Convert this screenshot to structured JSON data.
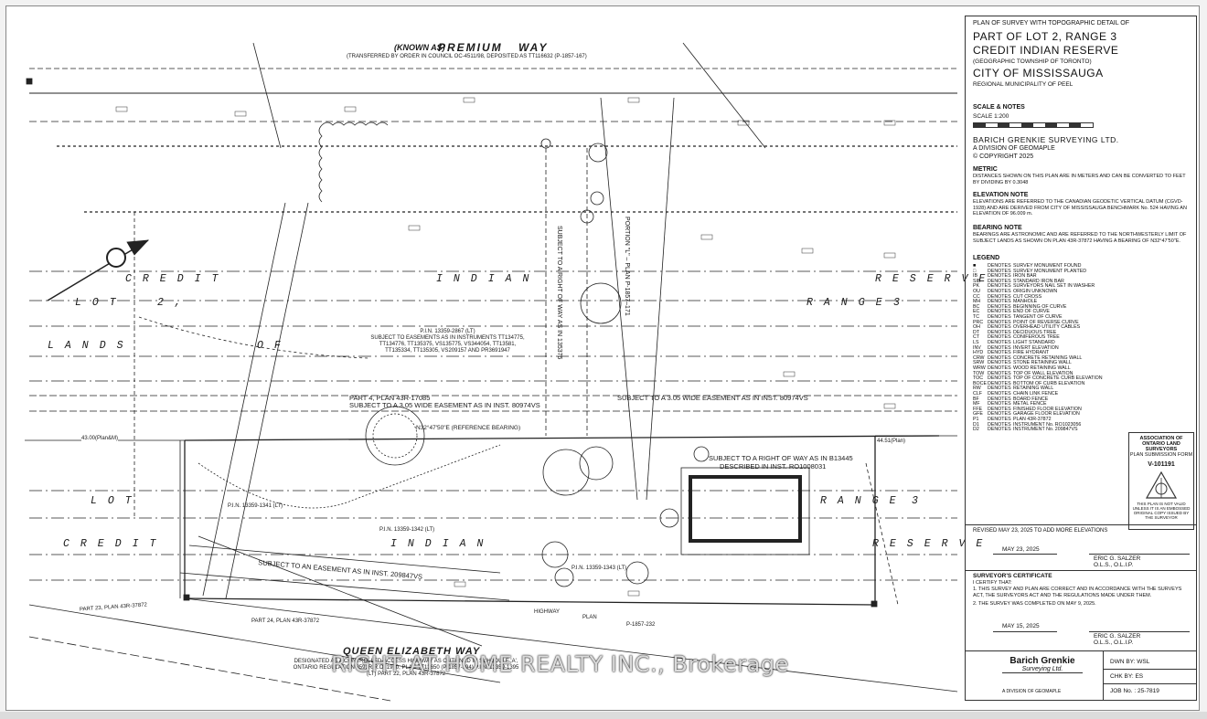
{
  "road_top": {
    "known_as": "(KNOWN AS)",
    "name": "PREMIUM",
    "suffix": "WAY",
    "note": "(TRANSFERRED BY ORDER IN COUNCIL OC-4511/98, DEPOSITED AS TT116632 (P-1857-167)"
  },
  "labels": {
    "credit_1": "CREDIT",
    "indian_1": "INDIAN",
    "reserve_1": "RESERVE",
    "lot_1": "LOT",
    "lot2": "2,",
    "range_1": "RANGE",
    "range3_1": "3",
    "lands": "LANDS",
    "of": "OF",
    "lot_2": "LOT",
    "range_2": "RANGE",
    "range3_2": "3",
    "credit_2": "CREDIT",
    "indian_2": "INDIAN",
    "reserve_2": "RESERVE"
  },
  "pin_main": {
    "title": "P.I.N. 13359-2867 (LT)",
    "body": "SUBJECT TO EASEMENTS AS IN INSTRUMENTS TT134775, TT134776, TT135375, VS135775, VS344054, TT13581, TT135334, TT135305, VS209157 AND PR3691947"
  },
  "easement_1": "SUBJECT TO A 3.05 WIDE EASEMENT AS IN INST. 80974VS",
  "easement_2": "SUBJECT TO A 3.05 WIDE EASEMENT AS IN INST. 80974VS",
  "part4": "PART 4, PLAN 43R-17085",
  "reference_bearing": "N32°47'50\"E (REFERENCE BEARING)",
  "right_of_way": {
    "line1": "SUBJECT TO A RIGHT OF WAY AS IN B13445",
    "line2": "DESCRIBED IN INST. RO1008031"
  },
  "vertical_1": "SUBJECT TO A RIGHT OF WAY AS IN 135375",
  "vertical_2": "PORTION \"L\" – PLAN P-1857–171",
  "pin_1341": "P.I.N. 13359-1341 (LT)",
  "pin_1342": "P.I.N. 13359-1342 (LT)",
  "pin_1343": "P.I.N. 13359-1343 (LT)",
  "easement_3": "SUBJECT TO AN EASEMENT AS IN INST. 209847VS",
  "part23": "PART 23, PLAN 43R-37872",
  "part24": "PART 24, PLAN 43R-37872",
  "plan_1857": "P-1857-232",
  "plan_word": "PLAN",
  "highway": "HIGHWAY",
  "dim_left": "43.00(Plan&M)",
  "dim_right": "44.51(Plan)",
  "qew": {
    "name": "QUEEN ELIZABETH WAY",
    "note": "DESIGNATED AS A CONTROLLED-ACCESS HIGHWAY AS OUTLINED IN SCHEDULE 'A', ONTARIO REGULATION 359, R.R.O. 1970, PLAN TT13650 (P-1857-194) P.I.N. 13359-1395 (LT) PART 22, PLAN 43R-37872"
  },
  "watermark": "RIGHT AT HOME REALTY INC., Brokerage",
  "panel": {
    "title_small": "PLAN OF SURVEY WITH TOPOGRAPHIC DETAIL OF",
    "part_of_lot": "PART OF LOT 2, RANGE 3",
    "credit_reserve": "CREDIT INDIAN RESERVE",
    "geo_township": "(GEOGRAPHIC TOWNSHIP OF TORONTO)",
    "city": "CITY OF MISSISSAUGA",
    "region": "REGIONAL MUNICIPALITY OF PEEL",
    "scale_head": "SCALE & NOTES",
    "scale": "SCALE 1:200",
    "company": "BARICH GRENKIE SURVEYING LTD.",
    "division": "A DIVISION OF GEOMAPLE",
    "copyright": "© COPYRIGHT 2025",
    "metric_head": "METRIC",
    "metric_text": "DISTANCES SHOWN ON THIS PLAN ARE IN METERS AND CAN BE CONVERTED TO FEET BY DIVIDING BY 0.3048",
    "elev_head": "ELEVATION NOTE",
    "elev_text": "ELEVATIONS ARE REFERRED TO THE CANADIAN GEODETIC VERTICAL DATUM (CGVD-1928) AND ARE DERIVED FROM CITY OF MISSISSAUGA BENCHMARK No. 524 HAVING AN ELEVATION OF 96.009 m.",
    "bearing_head": "BEARING NOTE",
    "bearing_text": "BEARINGS ARE ASTRONOMIC AND ARE REFERRED TO THE NORTHWESTERLY LIMIT OF SUBJECT LANDS AS SHOWN ON PLAN 43R-37872 HAVING A BEARING OF N32°47'50\"E.",
    "legend_head": "LEGEND",
    "legend": [
      [
        "■",
        "DENOTES",
        "SURVEY MONUMENT FOUND"
      ],
      [
        "□",
        "DENOTES",
        "SURVEY MONUMENT PLANTED"
      ],
      [
        "IB",
        "DENOTES",
        "IRON BAR"
      ],
      [
        "SIB",
        "DENOTES",
        "STANDARD IRON BAR"
      ],
      [
        "PK",
        "DENOTES",
        "SURVEYORS NAIL SET IN WASHER"
      ],
      [
        "OU",
        "DENOTES",
        "ORIGIN UNKNOWN"
      ],
      [
        "CC",
        "DENOTES",
        "CUT CROSS"
      ],
      [
        "MH",
        "DENOTES",
        "MANHOLE"
      ],
      [
        "BC",
        "DENOTES",
        "BEGINNING OF CURVE"
      ],
      [
        "EC",
        "DENOTES",
        "END OF CURVE"
      ],
      [
        "TC",
        "DENOTES",
        "TANGENT OF CURVE"
      ],
      [
        "PRC",
        "DENOTES",
        "POINT OF REVERSE CURVE"
      ],
      [
        "OH",
        "DENOTES",
        "OVERHEAD UTILITY CABLES"
      ],
      [
        "DT",
        "DENOTES",
        "DECIDUOUS TREE"
      ],
      [
        "CT",
        "DENOTES",
        "CONIFEROUS TREE"
      ],
      [
        "LS",
        "DENOTES",
        "LIGHT STANDARD"
      ],
      [
        "INV",
        "DENOTES",
        "INVERT ELEVATION"
      ],
      [
        "HYD",
        "DENOTES",
        "FIRE HYDRANT"
      ],
      [
        "CRW",
        "DENOTES",
        "CONCRETE RETAINING WALL"
      ],
      [
        "SRW",
        "DENOTES",
        "STONE RETAINING WALL"
      ],
      [
        "WRW",
        "DENOTES",
        "WOOD RETAINING WALL"
      ],
      [
        "TOW",
        "DENOTES",
        "TOP OF WALL ELEVATION"
      ],
      [
        "TOC",
        "DENOTES",
        "TOP OF CONCRETE CURB ELEVATION"
      ],
      [
        "BOCE",
        "DENOTES",
        "BOTTOM OF CURB ELEVATION"
      ],
      [
        "RW",
        "DENOTES",
        "RETAINING WALL"
      ],
      [
        "CLF",
        "DENOTES",
        "CHAIN LINK FENCE"
      ],
      [
        "BF",
        "DENOTES",
        "BOARD FENCE"
      ],
      [
        "MF",
        "DENOTES",
        "METAL FENCE"
      ],
      [
        "FFE",
        "DENOTES",
        "FINISHED FLOOR ELEVATION"
      ],
      [
        "GFE",
        "DENOTES",
        "GARAGE FLOOR ELEVATION"
      ],
      [
        "P1",
        "DENOTES",
        "PLAN 43R-37872"
      ],
      [
        "D1",
        "DENOTES",
        "INSTRUMENT No. RO1023056"
      ],
      [
        "D2",
        "DENOTES",
        "INSTRUMENT No. 209847VS"
      ]
    ],
    "stamp_head": "ASSOCIATION OF ONTARIO LAND SURVEYORS",
    "stamp_sub": "PLAN SUBMISSION FORM",
    "stamp_num": "V-101191",
    "stamp_foot": "THIS PLAN IS NOT VALID UNLESS IT IS AN EMBOSSED ORIGINAL COPY ISSUED BY THE SURVEYOR",
    "revised": "REVISED MAY 23, 2025 TO ADD MORE ELEVATIONS",
    "date_1": "MAY 23, 2025",
    "surveyor_1": "ERIC G. SALZER",
    "olsolip_1": "O.L.S., O.L.I.P.",
    "cert_head": "SURVEYOR'S CERTIFICATE",
    "cert_intro": "I CERTIFY THAT:",
    "cert_1": "1. THIS SURVEY AND PLAN ARE CORRECT AND IN ACCORDANCE WITH THE SURVEYS ACT, THE SURVEYORS ACT AND THE REGULATIONS MADE UNDER THEM.",
    "cert_2": "2. THE SURVEY WAS COMPLETED ON MAY 9, 2025.",
    "date_2": "MAY 15, 2025",
    "surveyor_2": "ERIC G. SALZER",
    "olsolip_2": "O.L.S., O.L.I.P.",
    "logo_line1": "Barich Grenkie",
    "logo_line2": "Surveying Ltd.",
    "geomaple": "A DIVISION OF GEOMAPLE",
    "dwn": "DWN BY: WSL",
    "chk": "CHK BY: ES",
    "job": "JOB No. : 25-7819"
  }
}
